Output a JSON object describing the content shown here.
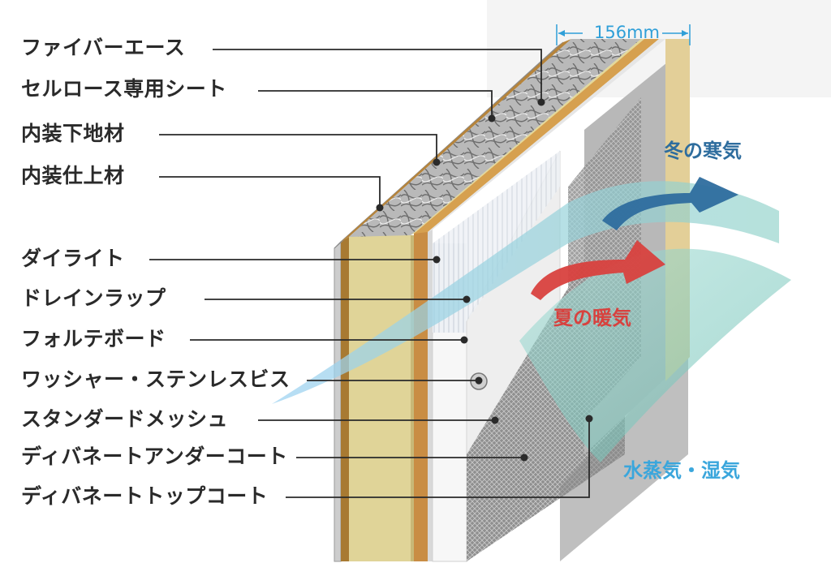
{
  "labels": [
    "ファイバーエース",
    "セルロース専用シート",
    "内装下地材",
    "内装仕上材",
    "ダイライト",
    "ドレインラップ",
    "フォルテボード",
    "ワッシャー・ステンレスビス",
    "スタンダードメッシュ",
    "ディバネートアンダーコート",
    "ディバネートトップコート"
  ],
  "dimension": "156mm",
  "air": {
    "winter": "冬の寒気",
    "summer": "夏の暖気",
    "vapor": "水蒸気・湿気"
  },
  "colors": {
    "winter": "#2e6d9e",
    "summer": "#d8413e",
    "vapor": "#3aa6dc",
    "dimension": "#2f9fd8"
  }
}
